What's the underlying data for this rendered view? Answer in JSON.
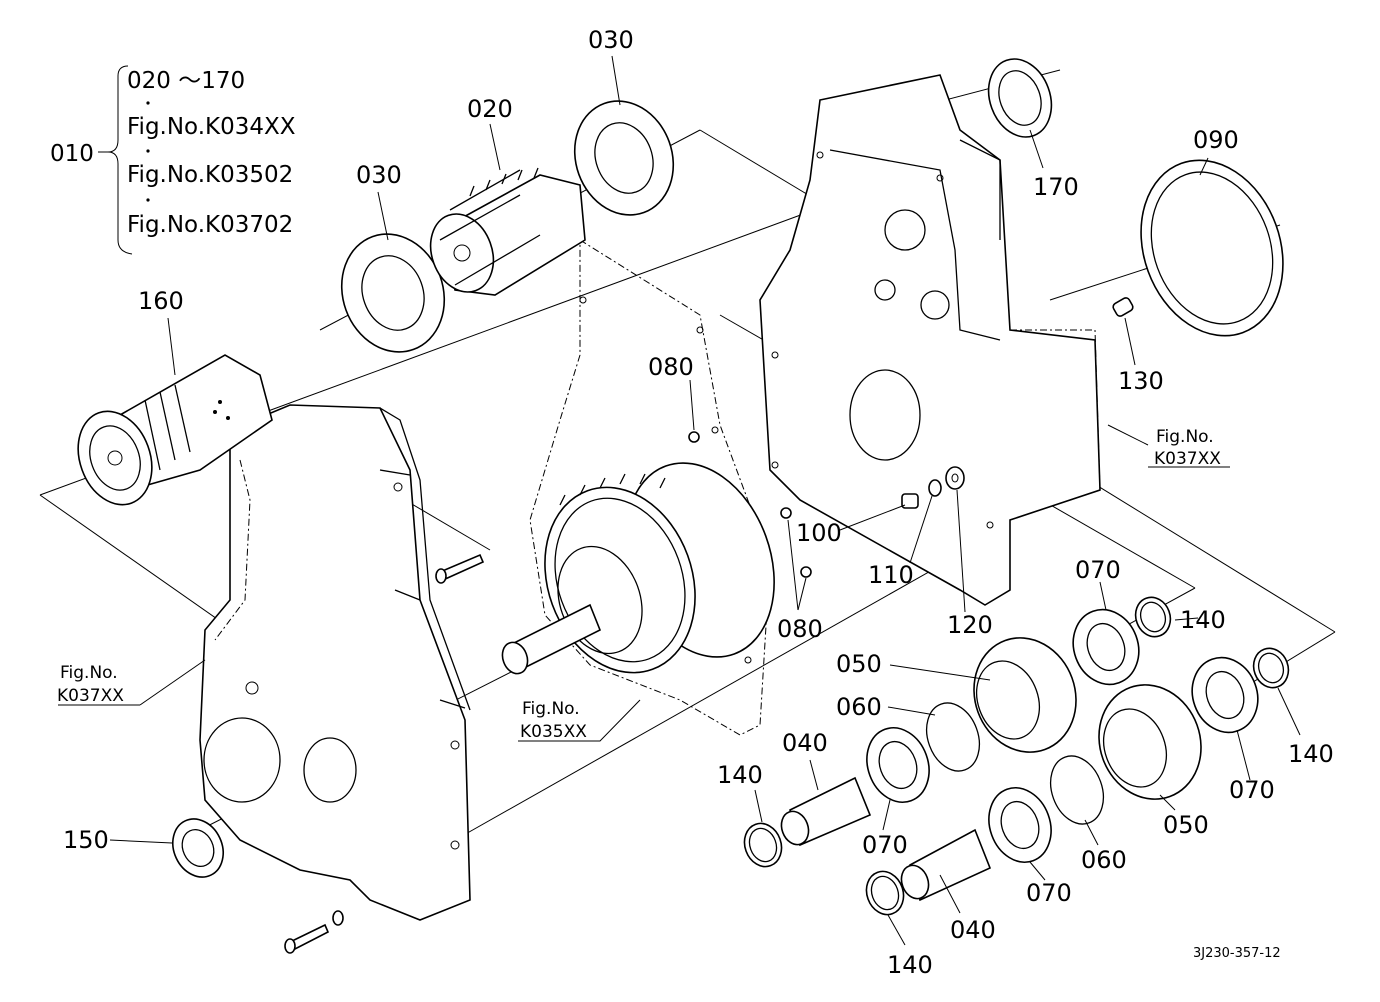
{
  "assembly": {
    "number": "010",
    "range": "020 ～170",
    "figs": [
      "Fig.No.K034XX",
      "Fig.No.K03502",
      "Fig.No.K03702"
    ]
  },
  "callouts": {
    "c020": "020",
    "c030a": "030",
    "c030b": "030",
    "c040a": "040",
    "c040b": "040",
    "c050a": "050",
    "c050b": "050",
    "c060a": "060",
    "c060b": "060",
    "c070a": "070",
    "c070b": "070",
    "c070c": "070",
    "c070d": "070",
    "c080a": "080",
    "c080b": "080",
    "c090": "090",
    "c100": "100",
    "c110": "110",
    "c120": "120",
    "c130": "130",
    "c140a": "140",
    "c140b": "140",
    "c140c": "140",
    "c140d": "140",
    "c150": "150",
    "c160": "160",
    "c170": "170"
  },
  "figrefs": {
    "k037_right": {
      "line1": "Fig.No.",
      "line2": "K037XX"
    },
    "k037_left": {
      "line1": "Fig.No.",
      "line2": "K037XX"
    },
    "k035": {
      "line1": "Fig.No.",
      "line2": "K035XX"
    }
  },
  "drawing_code": "3J230-357-12"
}
